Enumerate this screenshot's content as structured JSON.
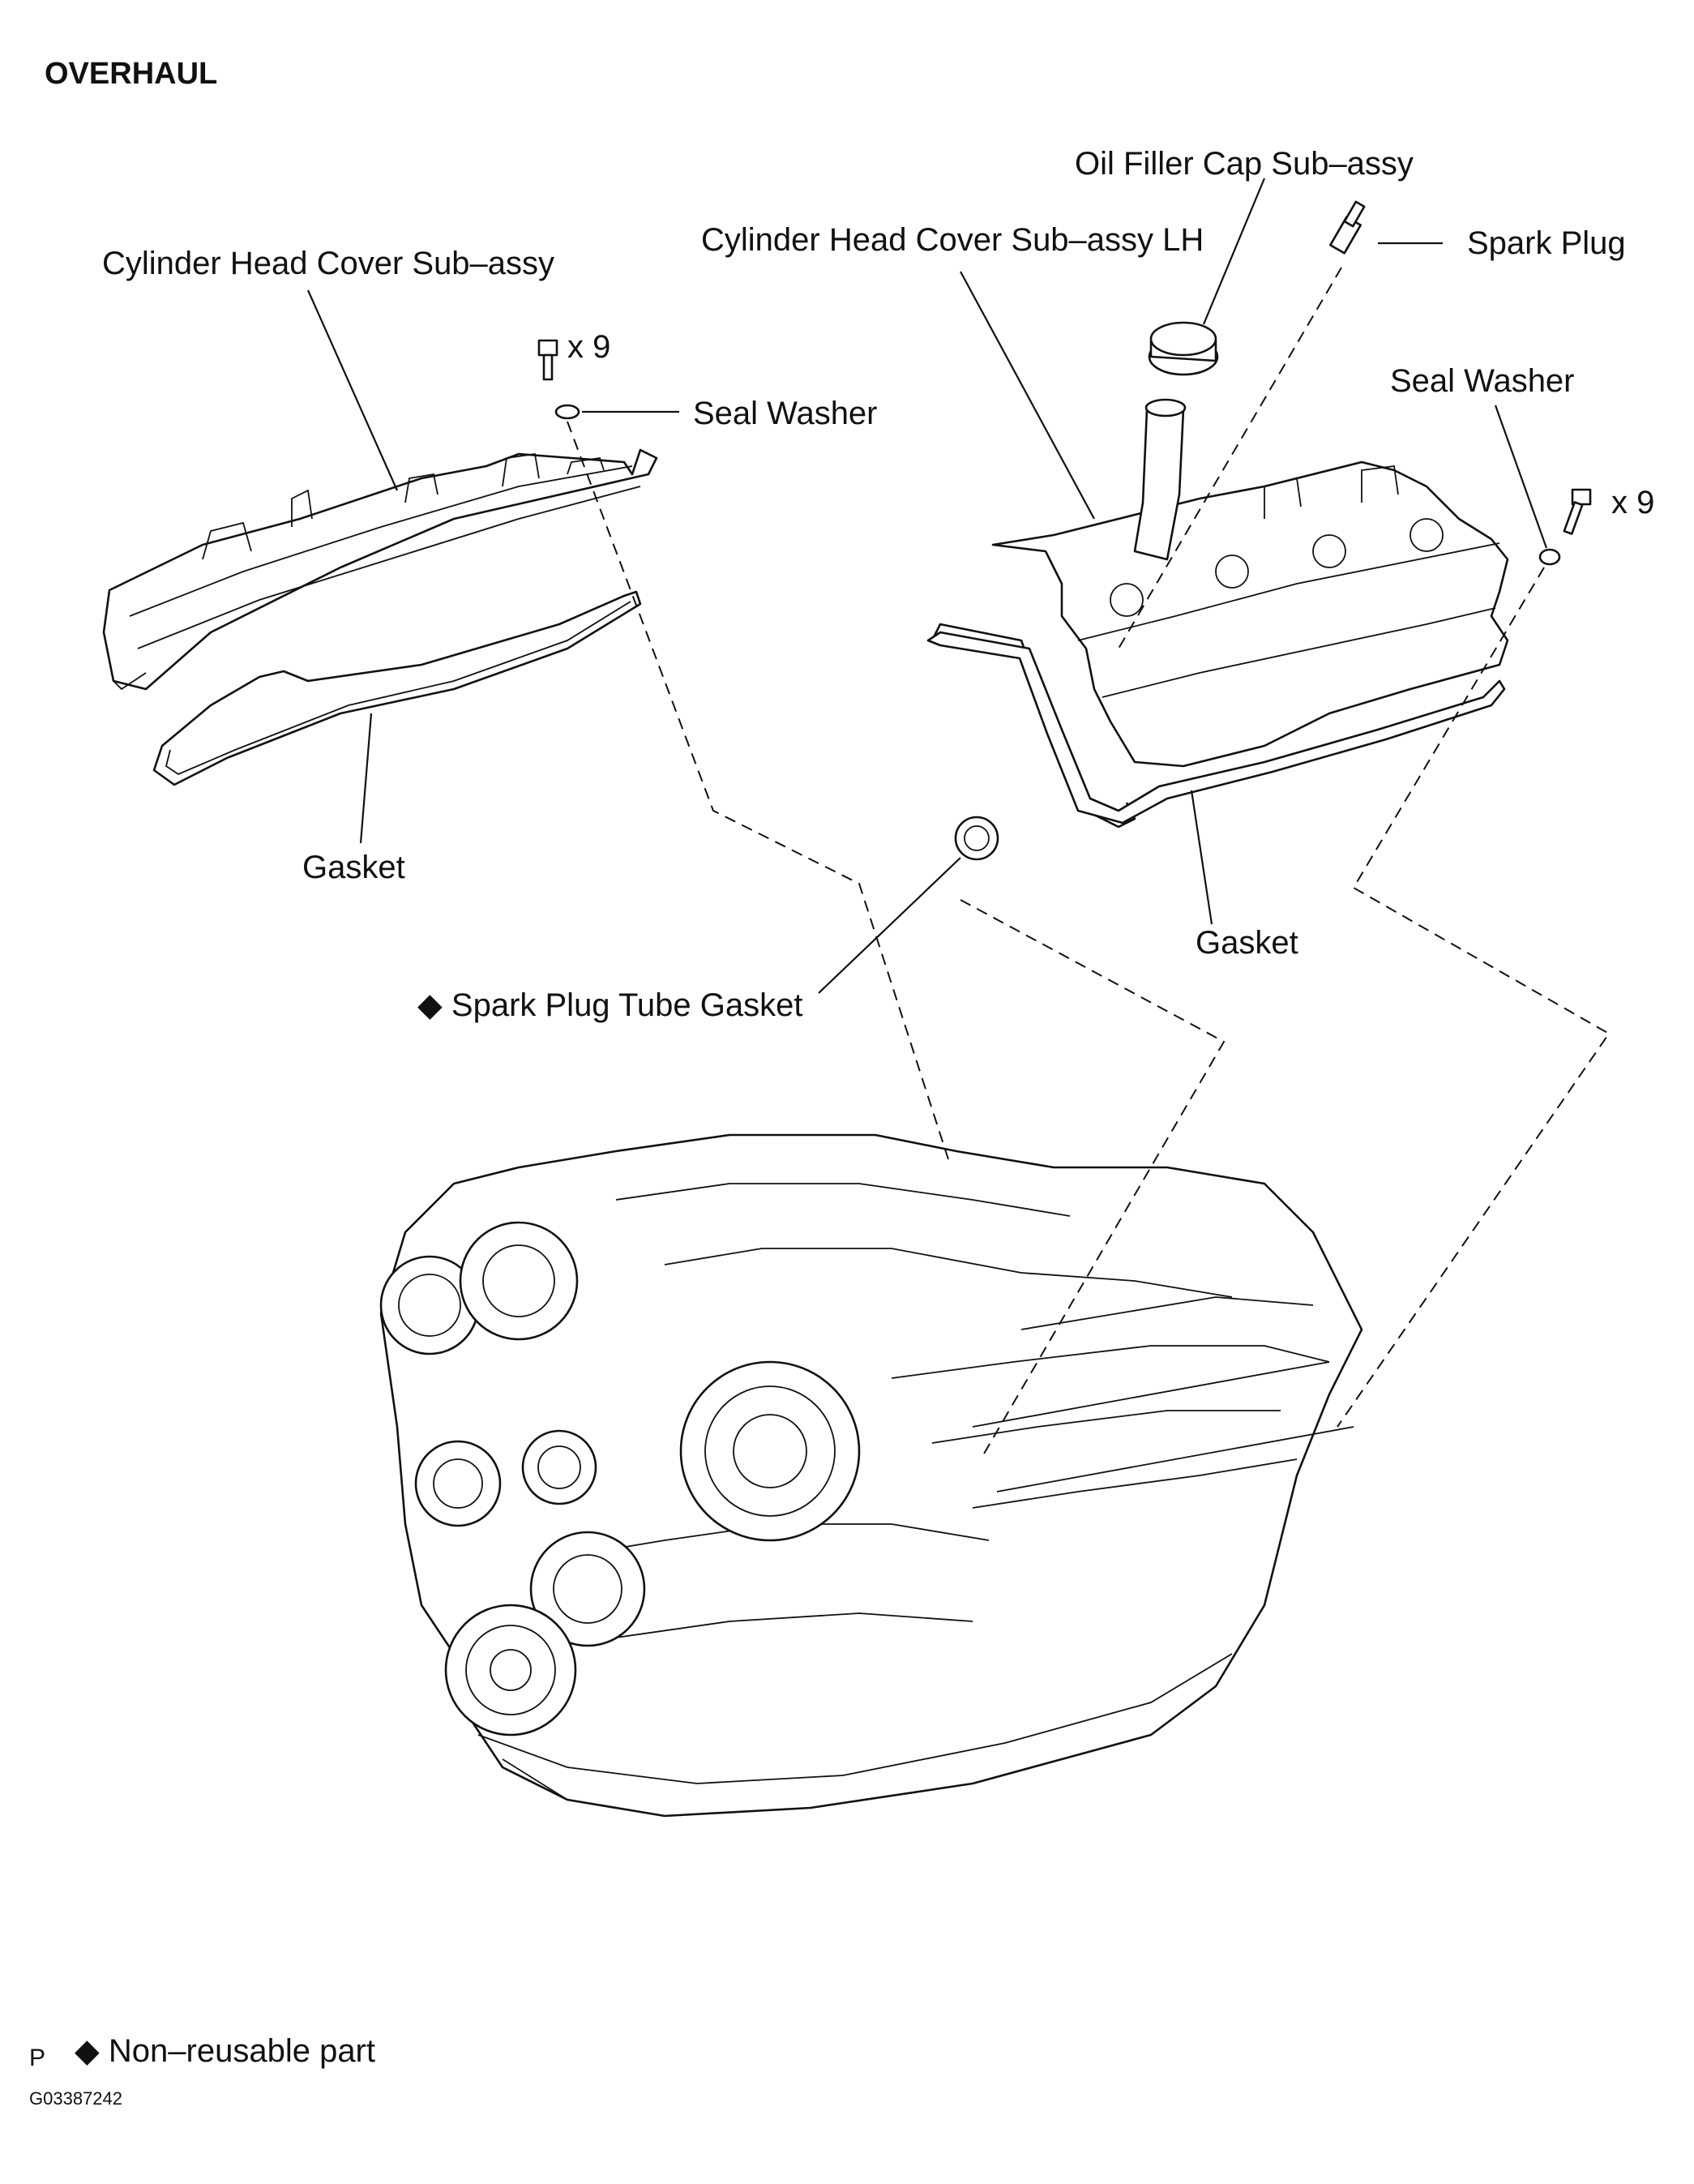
{
  "header": {
    "title": "OVERHAUL"
  },
  "labels": {
    "rh_cover": "Cylinder Head Cover Sub–assy",
    "lh_cover": "Cylinder Head Cover Sub–assy LH",
    "oil_filler_cap": "Oil Filler Cap Sub–assy",
    "spark_plug": "Spark Plug",
    "seal_washer_left": "Seal Washer",
    "seal_washer_right": "Seal Washer",
    "bolt_qty_left": "x 9",
    "bolt_qty_right": "x 9",
    "gasket_left": "Gasket",
    "gasket_right": "Gasket",
    "spark_plug_tube_gasket": "Spark Plug Tube Gasket"
  },
  "legend": {
    "symbol": "◆",
    "text": "Non–reusable part",
    "page_mark": "P"
  },
  "figure_id": "G03387242"
}
